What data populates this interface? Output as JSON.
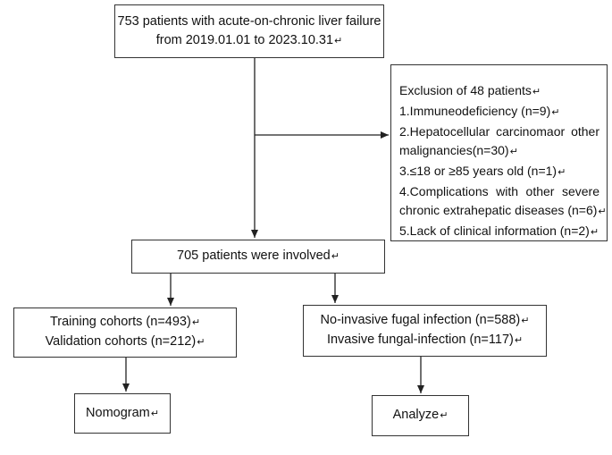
{
  "boxes": {
    "total": {
      "lines": [
        "753 patients with acute-on-chronic liver failure",
        "from 2019.01.01 to 2023.10.31"
      ]
    },
    "exclusion": {
      "lines": [
        "Exclusion of 48 patients",
        "1.Immuneodeficiency (n=9)",
        "2.Hepatocellular carcinomaor other",
        "malignancies(n=30)",
        "3.≤18 or ≥85 years old (n=1)",
        "4.Complications with other severe",
        "chronic extrahepatic diseases (n=6)",
        "5.Lack of clinical information (n=2)"
      ]
    },
    "involved": {
      "lines": [
        "705 patients were involved"
      ]
    },
    "cohorts": {
      "lines": [
        "Training cohorts (n=493)",
        "Validation cohorts (n=212)"
      ]
    },
    "infection": {
      "lines": [
        "No-invasive fugal infection (n=588)",
        "Invasive fungal-infection (n=117)"
      ]
    },
    "nomogram": {
      "lines": [
        "Nomogram"
      ]
    },
    "analyze": {
      "lines": [
        "Analyze"
      ]
    }
  },
  "paragraph_mark": "↵",
  "line_color": "#222222"
}
